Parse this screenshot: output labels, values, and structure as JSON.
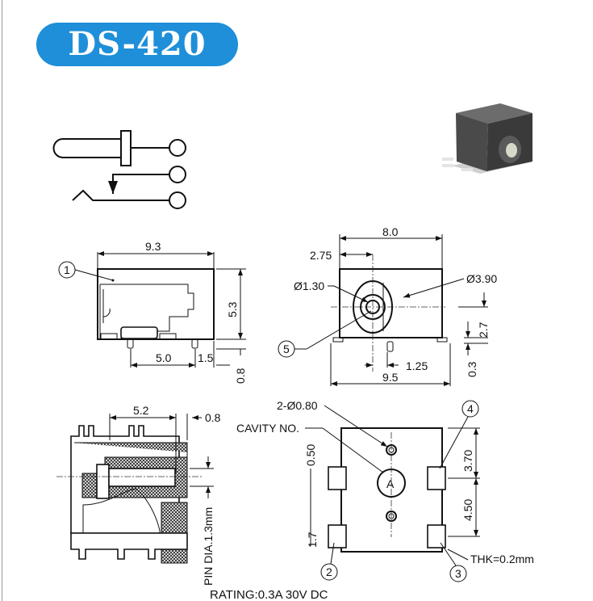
{
  "title": "DS-420",
  "dimensions": {
    "side_width": "9.3",
    "side_height": "5.3",
    "pin_spacing": "5.0",
    "pin_offset": "1.5",
    "pin_height": "0.8",
    "front_width": "8.0",
    "center_offset": "2.75",
    "inner_dia": "Ø1.30",
    "outer_dia": "Ø3.90",
    "center_height": "2.7",
    "base_thk": "0.3",
    "pin_center": "1.25",
    "base_width": "9.5",
    "section_length": "5.2",
    "section_offset": "0.8",
    "hole_spec": "2-Ø0.80",
    "top_hole": "0.50",
    "tab_upper": "3.70",
    "tab_lower": "4.50",
    "tab_bottom": "1.7"
  },
  "labels": {
    "cavity": "CAVITY NO.",
    "cavity_letter": "A",
    "thickness": "THK=0.2mm",
    "pin_dia": "PIN DIA.1.3mm",
    "rating": "RATING:0.3A 30V DC"
  },
  "callouts": [
    "1",
    "2",
    "3",
    "4",
    "5"
  ]
}
